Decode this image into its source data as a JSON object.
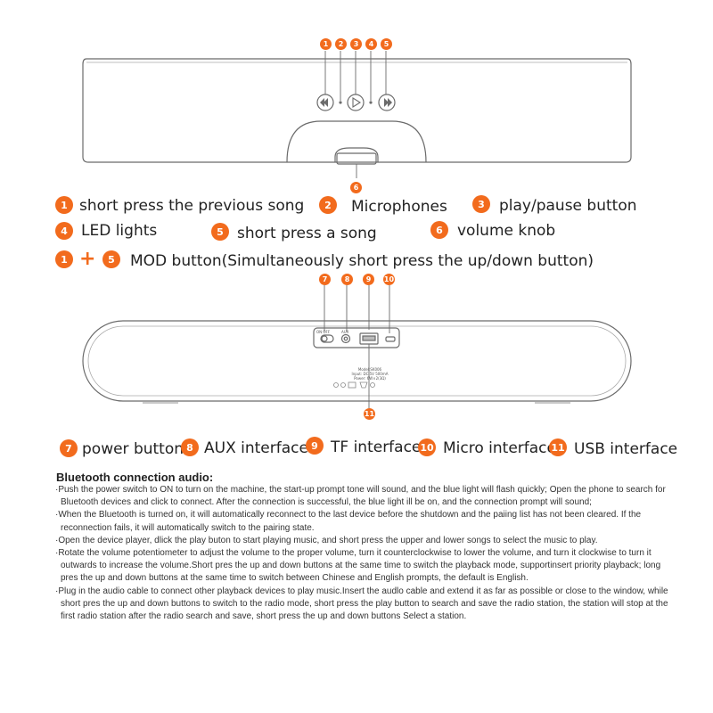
{
  "callouts": {
    "n1": "1",
    "n2": "2",
    "n3": "3",
    "n4": "4",
    "n5": "5",
    "n6": "6",
    "n7": "7",
    "n8": "8",
    "n9": "9",
    "n10": "10",
    "n11": "11"
  },
  "top_labels": {
    "prev_song": "short press the previous song",
    "microphones": "Microphones",
    "play_pause": "play/pause button",
    "led_lights": "LED lights",
    "next_song": "short press a song",
    "volume_knob": "volume knob",
    "combo_plus": "+",
    "mod_button": "MOD button(Simultaneously short press the up/down button)"
  },
  "back_panel": {
    "on_off": "ON   OFF",
    "aux": "AUX",
    "model_line1": "Model:SK006",
    "model_line2": "Input: DC 5V 500mA",
    "model_line3": "Power: 6W×2(3Ω)"
  },
  "bottom_labels": {
    "power_button": "power button",
    "aux_interface": "AUX interface",
    "tf_interface": "TF interface",
    "micro_interface": "Micro interface",
    "usb_interface": "USB interface"
  },
  "bluetooth": {
    "title": "Bluetooth connection audio:",
    "paragraphs": [
      "·Push the power switch to ON to turn on the machine, the start-up prompt tone will sound, and the blue light will flash quickly; Open the phone to search for Bluetooth devices and click to connect. After the connection is successful, the blue light ill be on, and the connection prompt will sound;",
      "·When the Bluetooth is turned on, it will automatically reconnect to the last device before the shutdown and the paiing list has not been cleared. If the reconnection fails, it will automatically switch to the pairing state.",
      "·Open the device player, dlick the play buton to start playing music, and short press the upper and lower songs to select the music to play.",
      "·Rotate the volume potentiometer to adjust the volume to the proper volume, turn it counterclockwise to lower the volume, and turn it clockwise to turn it outwards to increase the volume.Short pres the up and down buttons at the same time to switch the playback mode, supportinsert priority playback; long pres the up and down buttons at the same time to switch between Chinese and English prompts, the default is English.",
      "·Plug in the audio cable to connect other playback devices to play music.Insert the audlo cable and extend it as far as possible or close to the window, while short pres the up and down buttons to switch to the radio mode, short press the play button to search and save the radio station, the station will stop at the first radio station after the radio search and save, short press the up and down buttons Select a station."
    ]
  },
  "colors": {
    "accent": "#f26b1d",
    "outline": "#6b6b6b",
    "text": "#222222"
  }
}
